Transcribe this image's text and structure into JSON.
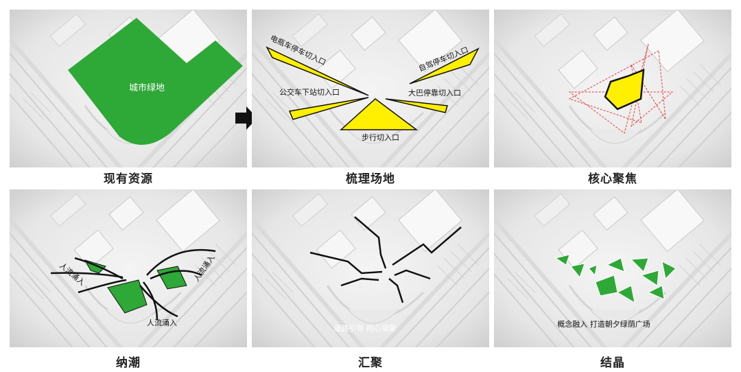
{
  "panels": [
    {
      "caption": "现有资源",
      "labels": {
        "green": "城市绿地"
      }
    },
    {
      "caption": "梳理场地",
      "labels": {
        "a": "电瓶车停车切入口",
        "b": "自驾停车切入口",
        "c": "公交车下站切入口",
        "d": "大巴停靠切入口",
        "e": "步行切入口"
      }
    },
    {
      "caption": "核心聚焦",
      "labels": {}
    },
    {
      "caption": "纳潮",
      "labels": {
        "a": "人流涌入",
        "b": "人流涌入",
        "c": "人流涌入"
      }
    },
    {
      "caption": "汇聚",
      "labels": {
        "a": "道路引导 向心凝聚"
      }
    },
    {
      "caption": "结晶",
      "labels": {
        "a": "概念融入 打造朝夕绿荫广场"
      }
    }
  ],
  "colors": {
    "green": "#2ea836",
    "yellow": "#ffef00",
    "black": "#111111",
    "red": "#e23a3a"
  }
}
